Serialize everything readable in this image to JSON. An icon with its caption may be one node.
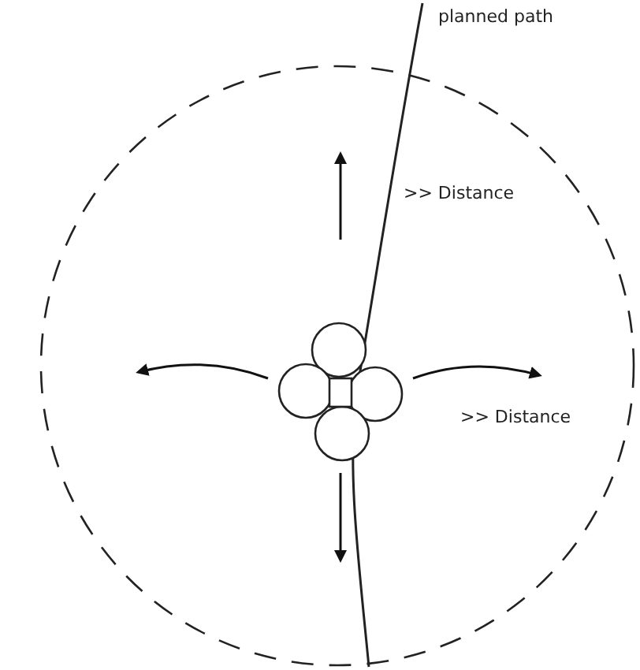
{
  "diagram": {
    "labels": [
      "planned path",
      ">> Distance",
      ">> Distance"
    ]
  }
}
